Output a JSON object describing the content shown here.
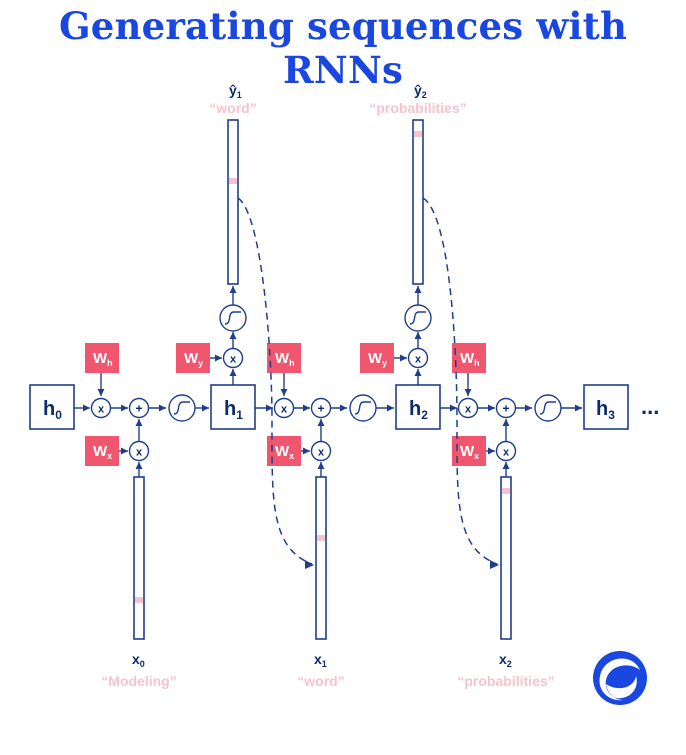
{
  "title": "Generating sequences with RNNs",
  "hidden_states": [
    "h",
    "h",
    "h",
    "h"
  ],
  "hidden_subs": [
    "0",
    "1",
    "2",
    "3"
  ],
  "ellipsis": "...",
  "weights": {
    "wh": "W",
    "wh_sub": "h",
    "wx": "W",
    "wx_sub": "x",
    "wy": "W",
    "wy_sub": "y"
  },
  "ops": {
    "mul": "x",
    "add": "+"
  },
  "inputs": [
    {
      "symbol": "x",
      "sub": "0",
      "word": "“Modeling”"
    },
    {
      "symbol": "x",
      "sub": "1",
      "word": "“word”"
    },
    {
      "symbol": "x",
      "sub": "2",
      "word": "“probabilities”"
    }
  ],
  "outputs": [
    {
      "symbol": "ŷ",
      "sub": "1",
      "word": "“word”"
    },
    {
      "symbol": "ŷ",
      "sub": "2",
      "word": "“probabilities”"
    }
  ],
  "colors": {
    "title": "#1a47e0",
    "weight_bg": "#f0566e",
    "ink": "#1f3f8a",
    "word": "#f5c3cf",
    "logo": "#1a47e0"
  }
}
